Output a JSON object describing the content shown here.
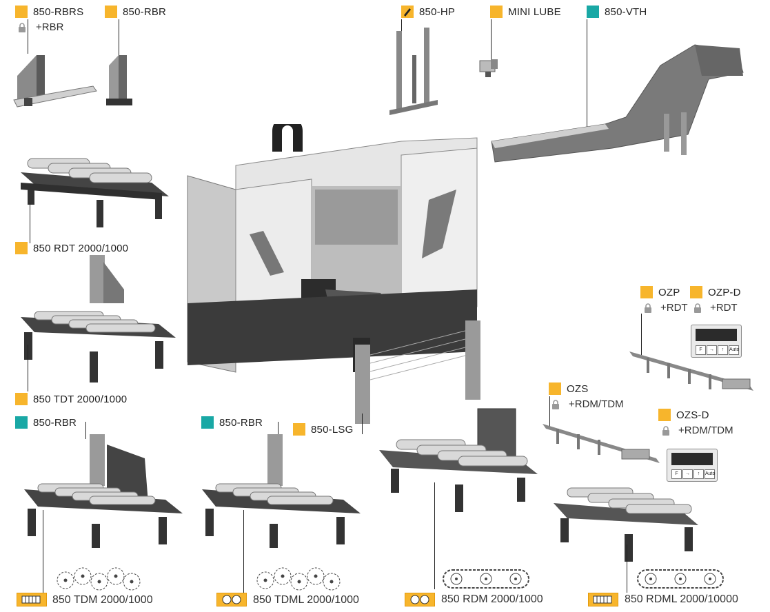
{
  "colors": {
    "yellow": "#f7b52c",
    "teal": "#19a8a5",
    "machine_dark": "#3a3a3a",
    "machine_mid": "#8a8a8a",
    "machine_light": "#e8e8e8"
  },
  "labels": {
    "rbrs": "850-RBRS",
    "rbrs_sub": "+RBR",
    "rbr_top": "850-RBR",
    "hp": "850-HP",
    "mini_lube": "MINI LUBE",
    "vth": "850-VTH",
    "rdt": "850 RDT 2000/1000",
    "tdt": "850 TDT 2000/1000",
    "ozp": "OZP",
    "ozp_sub": "+RDT",
    "ozp_d": "OZP-D",
    "ozp_d_sub": "+RDT",
    "rbr_left": "850-RBR",
    "rbr_mid": "850-RBR",
    "lsg": "850-LSG",
    "ozs": "OZS",
    "ozs_sub": "+RDM/TDM",
    "ozs_d": "OZS-D",
    "ozs_d_sub": "+RDM/TDM",
    "tdm": "850 TDM 2000/1000",
    "tdml": "850 TDML 2000/1000",
    "rdm": "850 RDM 2000/1000",
    "rdml": "850 RDML 2000/10000"
  },
  "icons": {
    "lock": "lock-icon",
    "pencil": "pencil-icon",
    "motor": "motor-icon",
    "rollers": "rollers-icon",
    "gear": "gear-icon",
    "chain": "chain-icon"
  },
  "panel_keys": [
    "F",
    "→",
    "↑",
    "Auto"
  ]
}
